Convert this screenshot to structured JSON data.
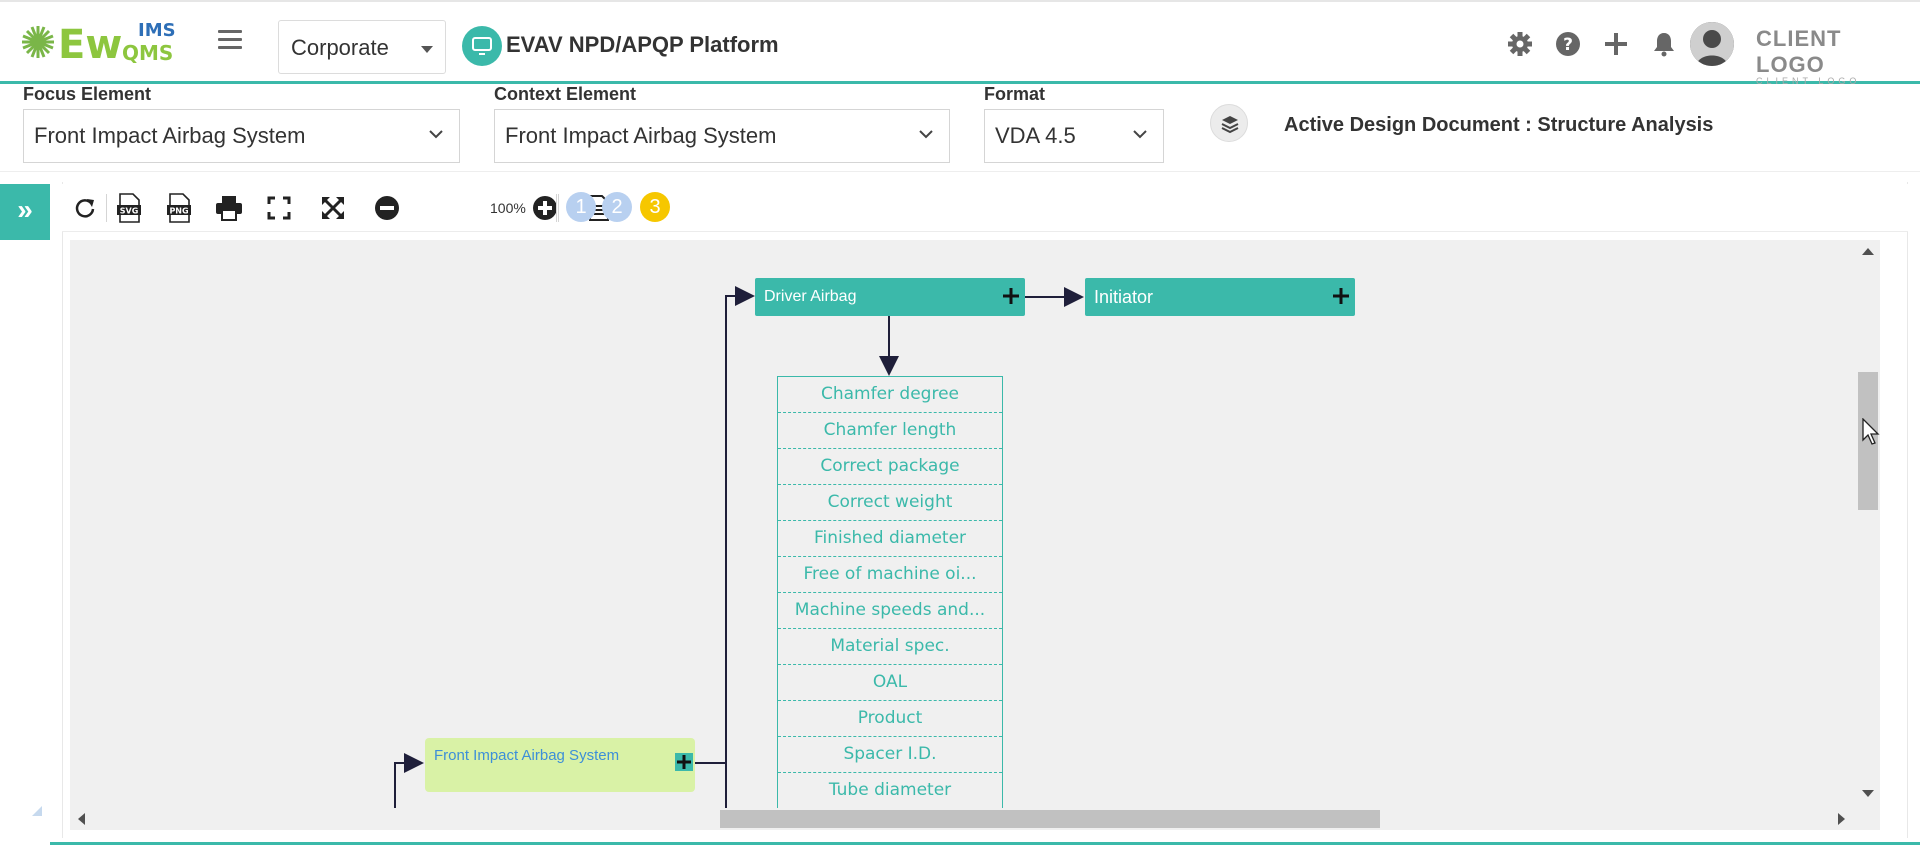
{
  "header": {
    "logo": {
      "ew": "Ew",
      "ims": "IMS",
      "qms": "QMS"
    },
    "organization": "Corporate",
    "platform_title": "EVAV NPD/APQP Platform",
    "icons": [
      "gear-icon",
      "help-icon",
      "plus-icon",
      "bell-icon"
    ],
    "client_logo": {
      "big": "CLIENT LOGO",
      "small": "CLIENT LOGO"
    }
  },
  "filters": {
    "focus_label": "Focus Element",
    "focus_value": "Front Impact Airbag System",
    "context_label": "Context Element",
    "context_value": "Front Impact Airbag System",
    "format_label": "Format",
    "format_value": "VDA 4.5",
    "active_document": "Active Design Document : Structure Analysis"
  },
  "toolbar": {
    "zoom": "100%",
    "svg_label": "SVG",
    "png_label": "PNG",
    "levels": [
      "1",
      "2",
      "3"
    ],
    "level_colors": [
      "#b8d0f0",
      "#b8d0f0",
      "#f6c700"
    ]
  },
  "diagram": {
    "focus_node": "Front Impact Airbag System",
    "child_node": "Driver Airbag",
    "next_node": "Initiator",
    "characteristics": [
      "Chamfer degree",
      "Chamfer length",
      "Correct package",
      "Correct weight",
      "Finished diameter",
      "Free of machine oi...",
      "Machine speeds and...",
      "Material spec.",
      "OAL",
      "Product",
      "Spacer I.D.",
      "Tube diameter"
    ]
  },
  "colors": {
    "accent": "#3bb9aa",
    "focus_node": "#d9f2a6",
    "canvas": "#f0f0f0"
  }
}
